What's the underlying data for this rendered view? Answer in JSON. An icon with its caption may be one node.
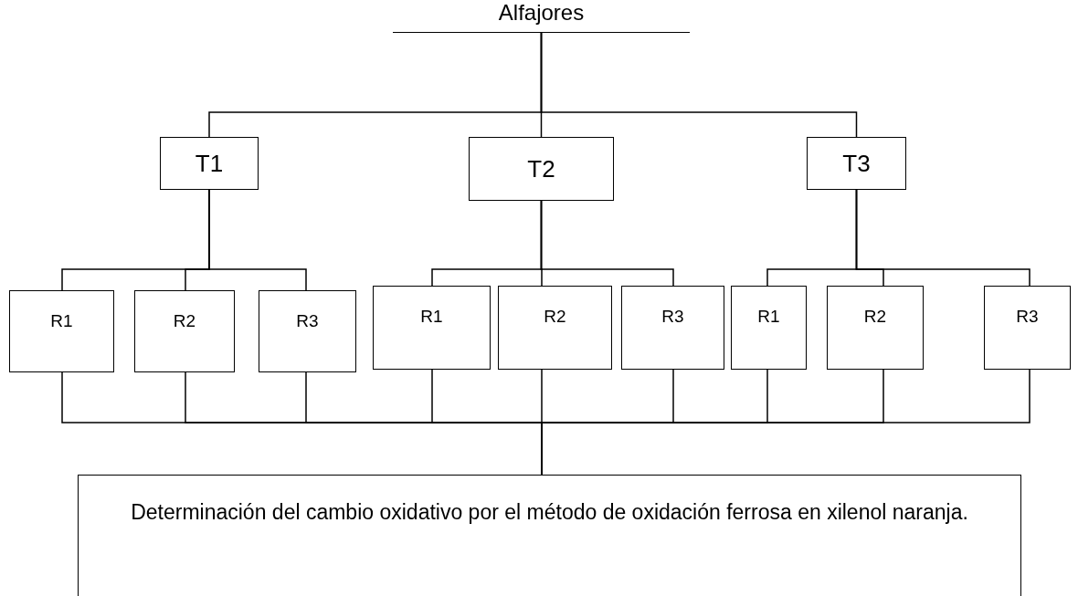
{
  "diagram": {
    "nodes": [
      {
        "text": [
          "Alfajores"
        ]
      },
      {
        "text": [
          "T1"
        ]
      },
      {
        "text": [
          "T2"
        ]
      },
      {
        "text": [
          "T3"
        ]
      },
      {
        "text": [
          "R1"
        ]
      },
      {
        "text": [
          "R2"
        ]
      },
      {
        "text": [
          "R3"
        ]
      },
      {
        "text": [
          "R1"
        ]
      },
      {
        "text": [
          "R2"
        ]
      },
      {
        "text": [
          "R3"
        ]
      },
      {
        "text": [
          "R1"
        ]
      },
      {
        "text": [
          "R2"
        ]
      },
      {
        "text": [
          "R3"
        ]
      },
      {
        "text": [
          "Determinación del cambio oxidativo por el método de oxidación ferrosa en xilenol naranja."
        ]
      }
    ],
    "edges": [
      {
        "from": 0,
        "to": 1,
        "arrow": "none"
      },
      {
        "from": 0,
        "to": 2,
        "arrow": "none"
      },
      {
        "from": 0,
        "to": 3,
        "arrow": "none"
      },
      {
        "from": 1,
        "to": 4,
        "arrow": "none"
      },
      {
        "from": 1,
        "to": 5,
        "arrow": "none"
      },
      {
        "from": 1,
        "to": 6,
        "arrow": "none"
      },
      {
        "from": 2,
        "to": 7,
        "arrow": "none"
      },
      {
        "from": 2,
        "to": 8,
        "arrow": "none"
      },
      {
        "from": 2,
        "to": 9,
        "arrow": "none"
      },
      {
        "from": 3,
        "to": 10,
        "arrow": "none"
      },
      {
        "from": 3,
        "to": 11,
        "arrow": "none"
      },
      {
        "from": 3,
        "to": 12,
        "arrow": "none"
      },
      {
        "from": 4,
        "to": 13,
        "arrow": "none"
      },
      {
        "from": 5,
        "to": 13,
        "arrow": "none"
      },
      {
        "from": 6,
        "to": 13,
        "arrow": "none"
      },
      {
        "from": 7,
        "to": 13,
        "arrow": "none"
      },
      {
        "from": 8,
        "to": 13,
        "arrow": "none"
      },
      {
        "from": 9,
        "to": 13,
        "arrow": "none"
      },
      {
        "from": 10,
        "to": 13,
        "arrow": "none"
      },
      {
        "from": 11,
        "to": 13,
        "arrow": "none"
      },
      {
        "from": 12,
        "to": 13,
        "arrow": "none"
      }
    ]
  }
}
